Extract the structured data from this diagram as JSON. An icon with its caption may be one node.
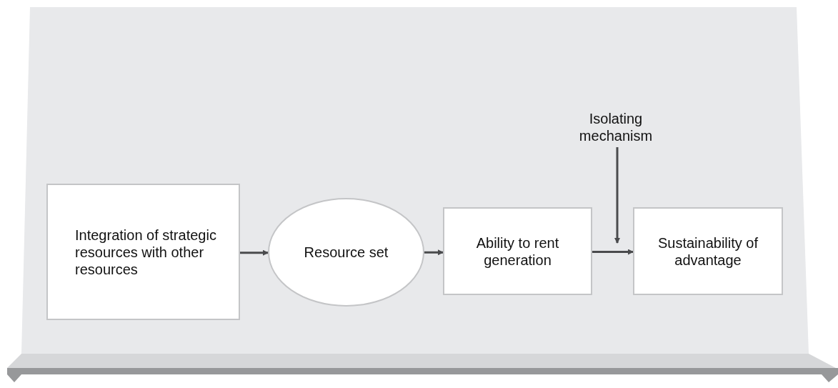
{
  "diagram": {
    "nodes": [
      {
        "text": [
          "Integration of strategic resources with other resources"
        ]
      },
      {
        "text": [
          "Resource set"
        ]
      },
      {
        "text": [
          "Ability to rent generation"
        ]
      },
      {
        "text": [
          "Isolating mechanism"
        ]
      },
      {
        "text": [
          "Sustainability of advantage"
        ]
      }
    ],
    "edges": [
      {
        "from": 0,
        "to": 1,
        "arrow": "to"
      },
      {
        "from": 1,
        "to": 2,
        "arrow": "to"
      },
      {
        "from": 2,
        "to": 4,
        "arrow": "to"
      },
      {
        "from": 3,
        "to": 4,
        "arrow": "to"
      }
    ]
  }
}
